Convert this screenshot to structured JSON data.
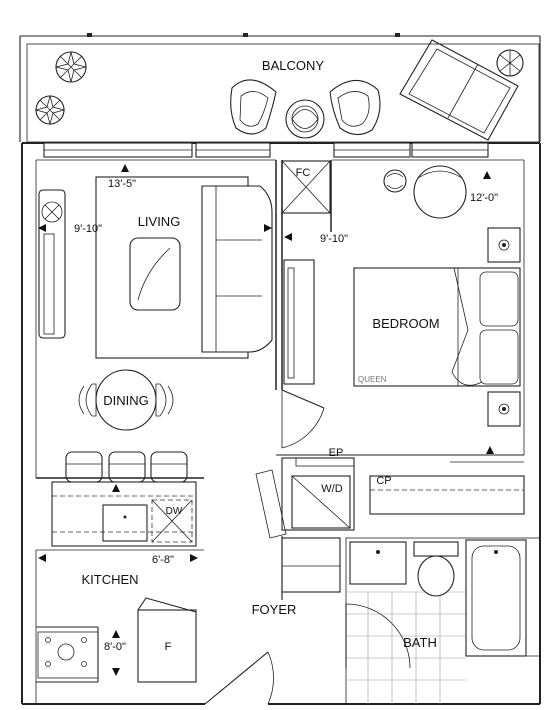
{
  "rooms": {
    "balcony": "BALCONY",
    "living": "LIVING",
    "dining": "DINING",
    "bedroom": "BEDROOM",
    "kitchen": "KITCHEN",
    "foyer": "FOYER",
    "bath": "BATH"
  },
  "fixtures": {
    "fc": "FC",
    "ep": "EP",
    "cp": "CP",
    "wd": "W/D",
    "dw": "DW",
    "fridge": "F",
    "bed_size": "QUEEN"
  },
  "dimensions": {
    "living_width": "13'-5\"",
    "living_depth": "9'-10\"",
    "bedroom_width": "12'-0\"",
    "bedroom_depth": "9'-10\"",
    "kitchen_width": "6'-8\"",
    "kitchen_depth": "8'-0\""
  }
}
